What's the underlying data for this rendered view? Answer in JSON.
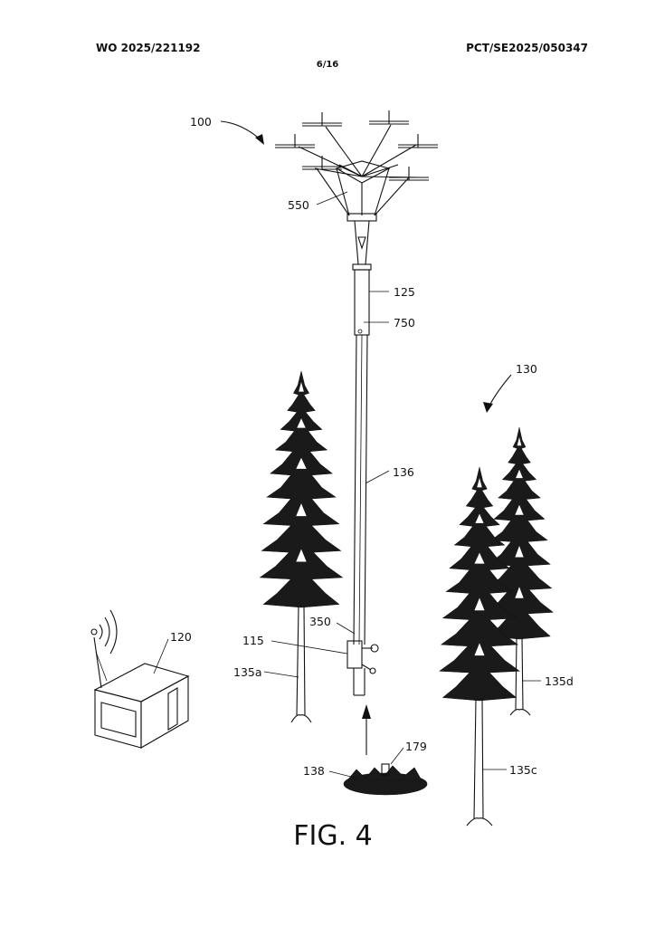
{
  "header": {
    "left": "WO 2025/221192",
    "right": "PCT/SE2025/050347",
    "page": "6/16"
  },
  "figure": {
    "caption": "FIG. 4",
    "labels": {
      "r100": "100",
      "r550": "550",
      "r125": "125",
      "r750": "750",
      "r130": "130",
      "r136": "136",
      "r350": "350",
      "r115": "115",
      "r120": "120",
      "r135a": "135a",
      "r135d": "135d",
      "r179": "179",
      "r138": "138",
      "r135c": "135c"
    }
  }
}
